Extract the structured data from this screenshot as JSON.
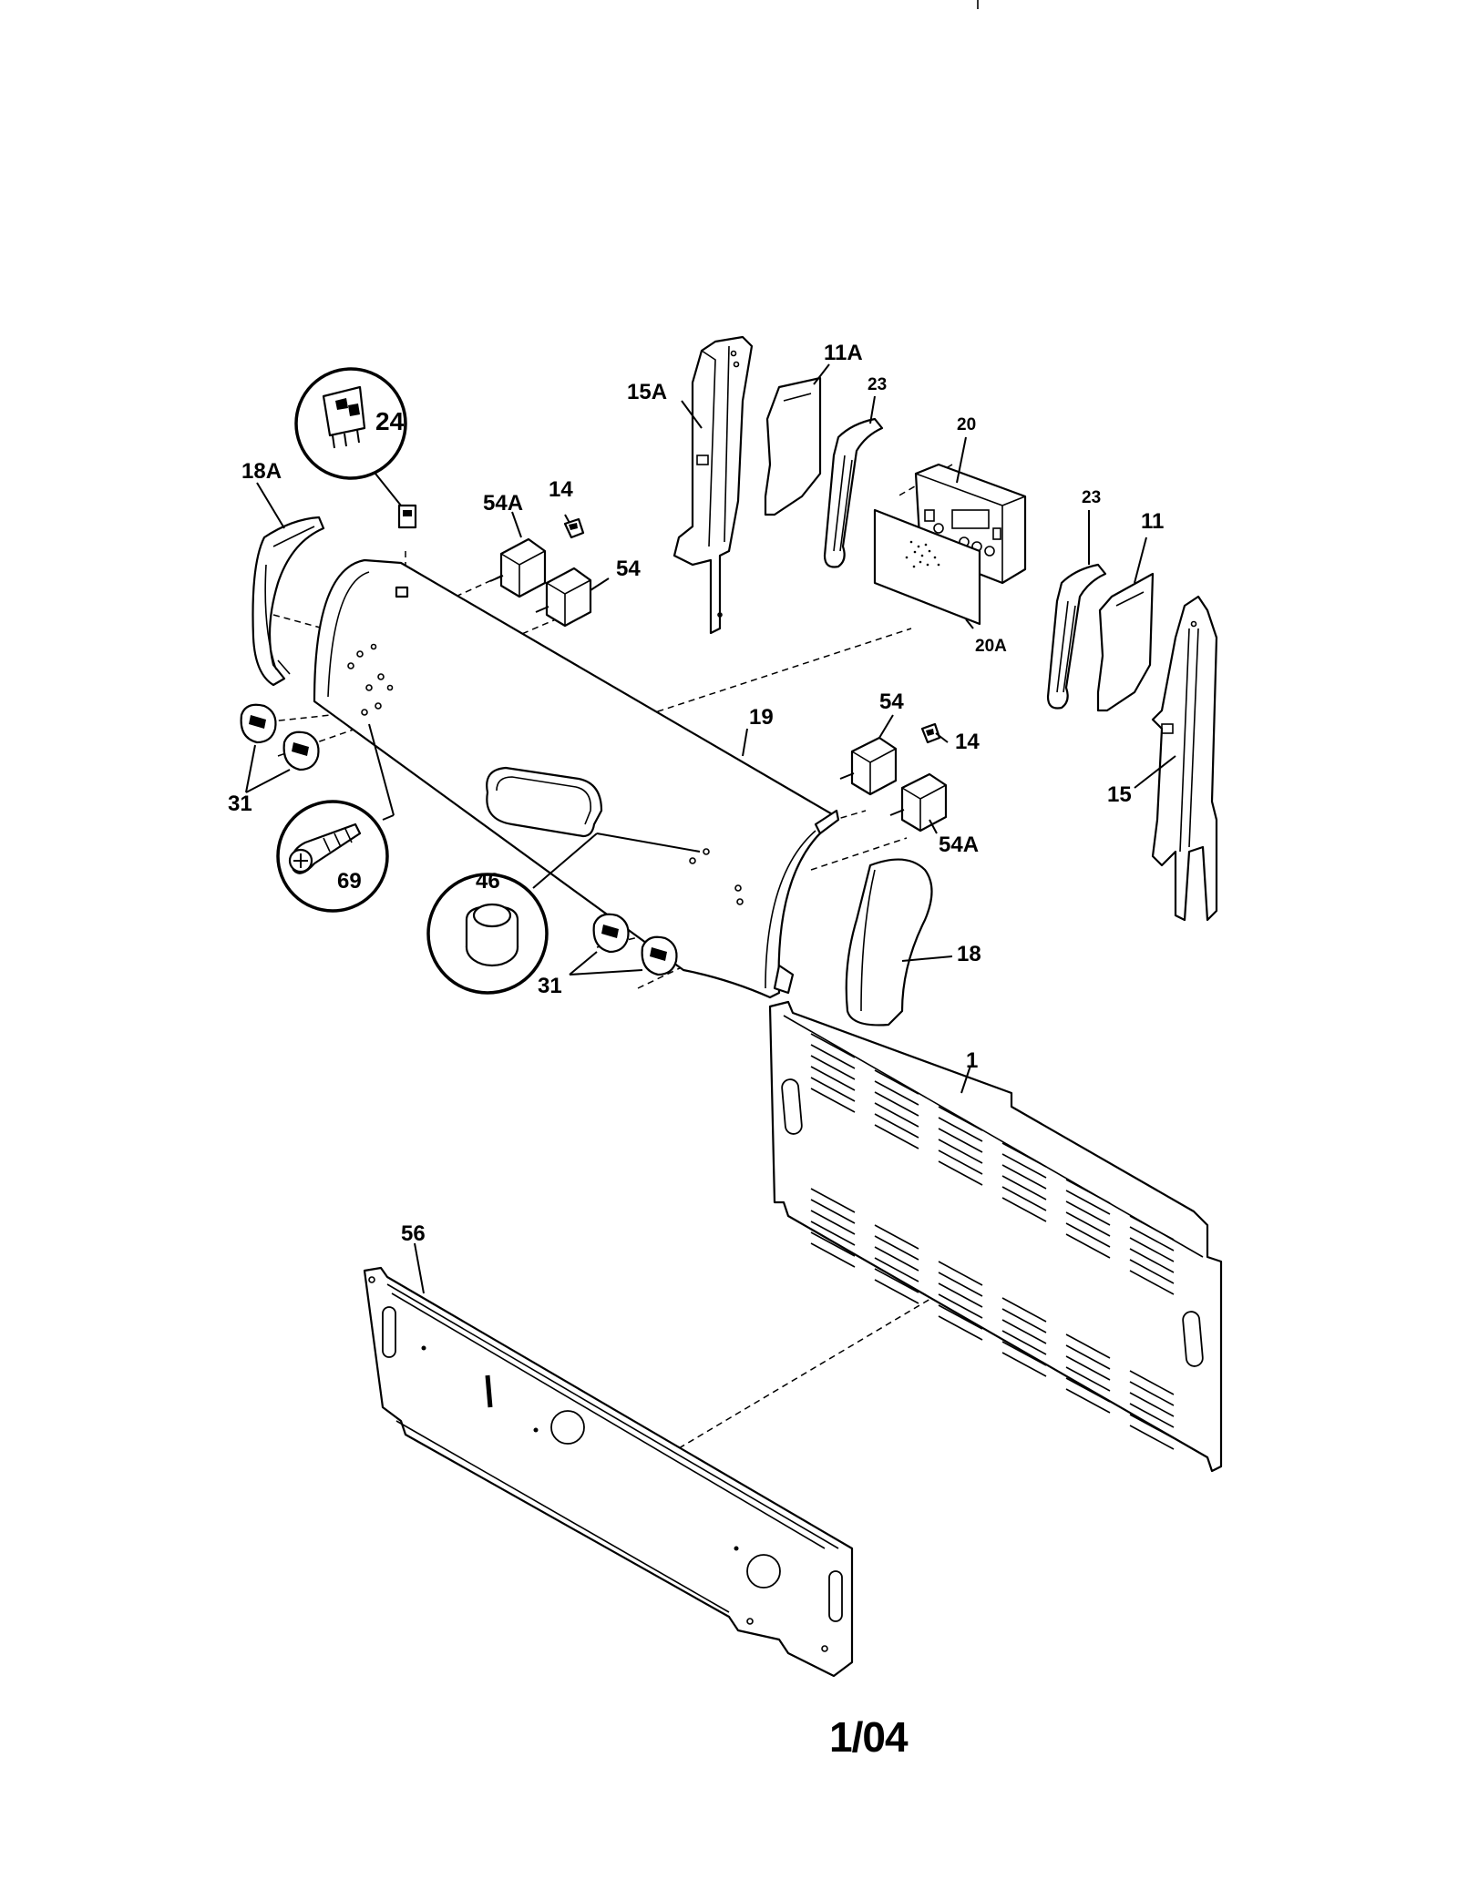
{
  "diagram": {
    "type": "exploded parts diagram",
    "callouts": {
      "p1": "1",
      "p11": "11",
      "p11a": "11A",
      "p14_top": "14",
      "p14_right": "14",
      "p15": "15",
      "p15a": "15A",
      "p18": "18",
      "p18a": "18A",
      "p19": "19",
      "p20": "20",
      "p20a": "20A",
      "p23_left": "23",
      "p23_right": "23",
      "p24": "24",
      "p31_left": "31",
      "p31_right": "31",
      "p46": "46",
      "p54_top": "54",
      "p54_right": "54",
      "p54a_top": "54A",
      "p54a_right": "54A",
      "p56": "56",
      "p69": "69"
    }
  },
  "footer": {
    "revision": "1/04"
  }
}
